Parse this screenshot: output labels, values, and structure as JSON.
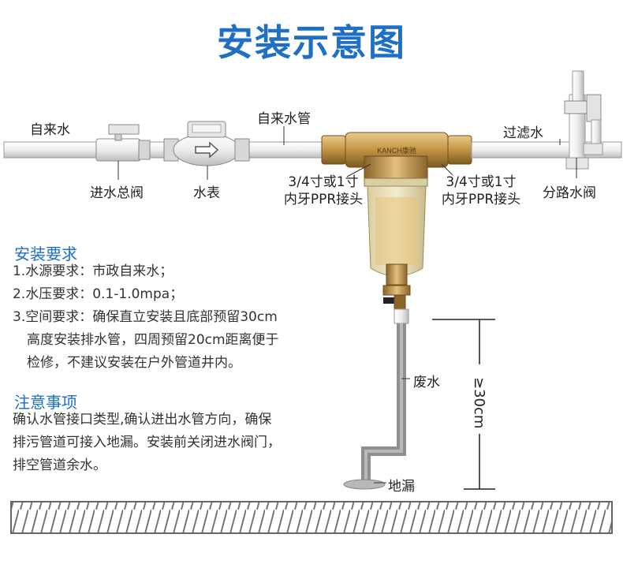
{
  "title": "安装示意图",
  "labels": {
    "tap_water": "自来水",
    "main_valve": "进水总阀",
    "water_meter": "水表",
    "tap_pipe": "自来水管",
    "inlet_joint_l1": "3/4寸或1寸",
    "inlet_joint_l2": "内牙PPR接头",
    "outlet_joint_l1": "3/4寸或1寸",
    "outlet_joint_l2": "内牙PPR接头",
    "filtered_water": "过滤水",
    "branch_valve": "分路水阀",
    "waste_water": "废水",
    "height": "≥30cm",
    "floor_drain": "地漏",
    "brand": "KANCH康驰"
  },
  "requirements": {
    "heading": "安装要求",
    "lines": [
      "1.水源要求：市政自来水；",
      "2.水压要求：0.1-1.0mpa；",
      "3.空间要求：确保直立安装且底部预留30cm",
      "   高度安装排水管，四周预留20cm距离便于",
      "   检修，不建议安装在户外管道井内。"
    ]
  },
  "notes": {
    "heading": "注意事项",
    "lines": [
      "确认水管接口类型,确认进出水管方向，确保",
      "排污管道可接入地漏。安装前关闭进水阀门，",
      "排空管道余水。"
    ]
  },
  "colors": {
    "accent": "#1f6fc5",
    "brass": "#b58a3a",
    "pipe": "#e9e9e9",
    "drain_pipe": "#9a9a9a"
  }
}
